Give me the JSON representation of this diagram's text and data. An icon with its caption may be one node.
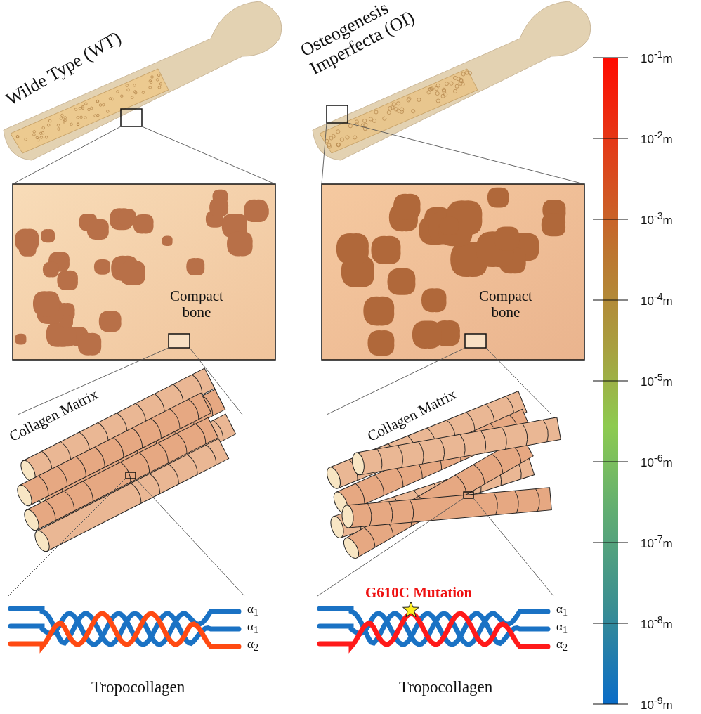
{
  "diagram": {
    "nodes": [
      {
        "text": [],
        "shape": "picture"
      },
      {
        "text": [],
        "shape": "box",
        "in": 0
      },
      {
        "text": [
          "Compact bone"
        ]
      },
      {
        "text": [],
        "shape": "box",
        "in": 2
      },
      {
        "text": [],
        "shape": "picture"
      },
      {
        "text": [],
        "shape": "box",
        "in": 4
      },
      {
        "text": [],
        "shape": "picture"
      },
      {
        "text": [],
        "shape": "picture"
      },
      {
        "text": [],
        "shape": "box",
        "in": 7
      },
      {
        "text": [
          "Compact bone"
        ]
      },
      {
        "text": [],
        "shape": "box",
        "in": 9
      },
      {
        "text": [],
        "shape": "picture"
      },
      {
        "text": [],
        "shape": "box",
        "in": 11
      },
      {
        "text": [],
        "shape": "picture"
      }
    ],
    "edges": [
      {
        "from": 1,
        "to": 2,
        "arrow": "none"
      },
      {
        "from": 1,
        "to": 2,
        "arrow": "none"
      },
      {
        "from": 3,
        "to": 4,
        "arrow": "none"
      },
      {
        "from": 3,
        "to": 4,
        "arrow": "none"
      },
      {
        "from": 5,
        "to": 6,
        "arrow": "none"
      },
      {
        "from": 5,
        "to": 6,
        "arrow": "none"
      },
      {
        "from": 8,
        "to": 9,
        "arrow": "none"
      },
      {
        "from": 8,
        "to": 9,
        "arrow": "none"
      },
      {
        "from": 10,
        "to": 11,
        "arrow": "none"
      },
      {
        "from": 10,
        "to": 11,
        "arrow": "none"
      },
      {
        "from": 12,
        "to": 13,
        "arrow": "none"
      },
      {
        "from": 12,
        "to": 13,
        "arrow": "none"
      }
    ],
    "labels": [
      "Wilde Type (WT)",
      "Osteogenesis Imperfecta (OI)",
      "Collagen Matrix",
      "Collagen Matrix",
      "G610C Mutation",
      "α$_{1}$",
      "α$_{1}$",
      "α$_{2}$",
      "α$_{1}$",
      "α$_{1}$",
      "α$_{2}$",
      "Tropocollagen",
      "Tropocollagen",
      "10$^{-1}$m",
      "10$^{-2}$m",
      "10$^{-3}$m",
      "10$^{-4}$m",
      "10$^{-5}$m",
      "10$^{-6}$m",
      "10$^{-7}$m",
      "10$^{-8}$m",
      "10$^{-9}$m"
    ]
  }
}
